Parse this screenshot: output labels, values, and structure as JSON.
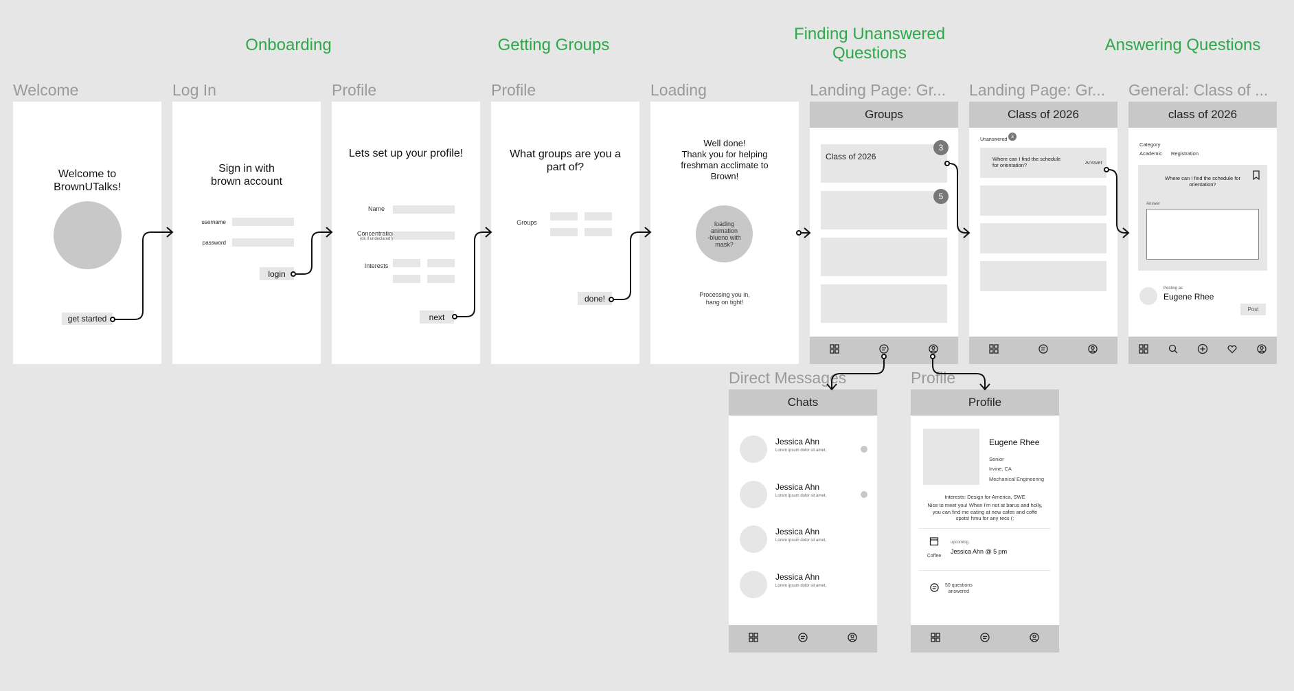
{
  "sections": {
    "onboarding": "Onboarding",
    "getting_groups": "Getting Groups",
    "finding": "Finding Unanswered\nQuestions",
    "answering": "Answering Questions"
  },
  "frames": {
    "welcome": {
      "label": "Welcome",
      "heading": "Welcome to\nBrownUTalks!",
      "button": "get started"
    },
    "login": {
      "label": "Log In",
      "heading": "Sign in with\nbrown account",
      "username_label": "username",
      "password_label": "password",
      "button": "login"
    },
    "profile_setup": {
      "label": "Profile",
      "heading": "Lets set up your profile!",
      "name_label": "Name",
      "concentration_label": "Concentration",
      "concentration_hint": "(ok if undeclared!)",
      "interests_label": "Interests",
      "button": "next"
    },
    "groups_setup": {
      "label": "Profile",
      "heading": "What groups are you a\npart of?",
      "groups_label": "Groups",
      "button": "done!"
    },
    "loading": {
      "label": "Loading",
      "heading": "Well done!\nThank you for helping\nfreshman acclimate to\nBrown!",
      "animation_text": "loading\nanimation\n-blueno with\nmask?",
      "footer": "Processing you in,\nhang on tight!"
    },
    "landing_groups": {
      "label": "Landing Page: Gr...",
      "header": "Groups",
      "card_title": "Class of 2026",
      "badge1": "3",
      "badge2": "5"
    },
    "landing_class": {
      "label": "Landing Page: Gr...",
      "header": "Class of 2026",
      "tab": "Unanswered",
      "badge": "3",
      "question": "Where can I find the schedule\nfor orientation?",
      "answer_link": "Answer"
    },
    "general": {
      "label": "General: Class of ...",
      "header": "class of 2026",
      "category_label": "Category",
      "category_academic": "Academic",
      "category_registration": "Registration",
      "question": "Where can I find the schedule for\norientation?",
      "answer_label": "Answer",
      "posting_as": "Posting as",
      "user_name": "Eugene Rhee",
      "post_button": "Post"
    },
    "dms": {
      "label": "Direct Messages",
      "header": "Chats",
      "chats": [
        {
          "name": "Jessica Ahn",
          "preview": "Lorem ipsum dolor sit amet,",
          "unread": true
        },
        {
          "name": "Jessica Ahn",
          "preview": "Lorem ipsum dolor sit amet,",
          "unread": true
        },
        {
          "name": "Jessica Ahn",
          "preview": "Lorem ipsum dolor sit amet,",
          "unread": false
        },
        {
          "name": "Jessica Ahn",
          "preview": "Lorem ipsum dolor sit amet,",
          "unread": false
        }
      ]
    },
    "profile_view": {
      "label": "Profile",
      "header": "Profile",
      "name": "Eugene Rhee",
      "year": "Senior",
      "location": "Irvine, CA",
      "major": "Mechanical Engineering",
      "interests": "Interests: Design for America, SWE",
      "bio": "Nice to meet you! When I'm not at barus and holly,\nyou can find me eating at new cafes and coffe\nspots! hmu for any recs (:",
      "upcoming_label": "upcoming",
      "upcoming_event": "Jessica Ahn @ 5 pm",
      "coffee_label": "Coffee",
      "questions_answered": "50 questions\nanswered"
    }
  },
  "colors": {
    "background": "#e6e6e6",
    "section_title": "#2ea84a",
    "frame_label": "#9a9a9a",
    "header_bar": "#c8c8c8",
    "placeholder": "#e6e6e6"
  }
}
